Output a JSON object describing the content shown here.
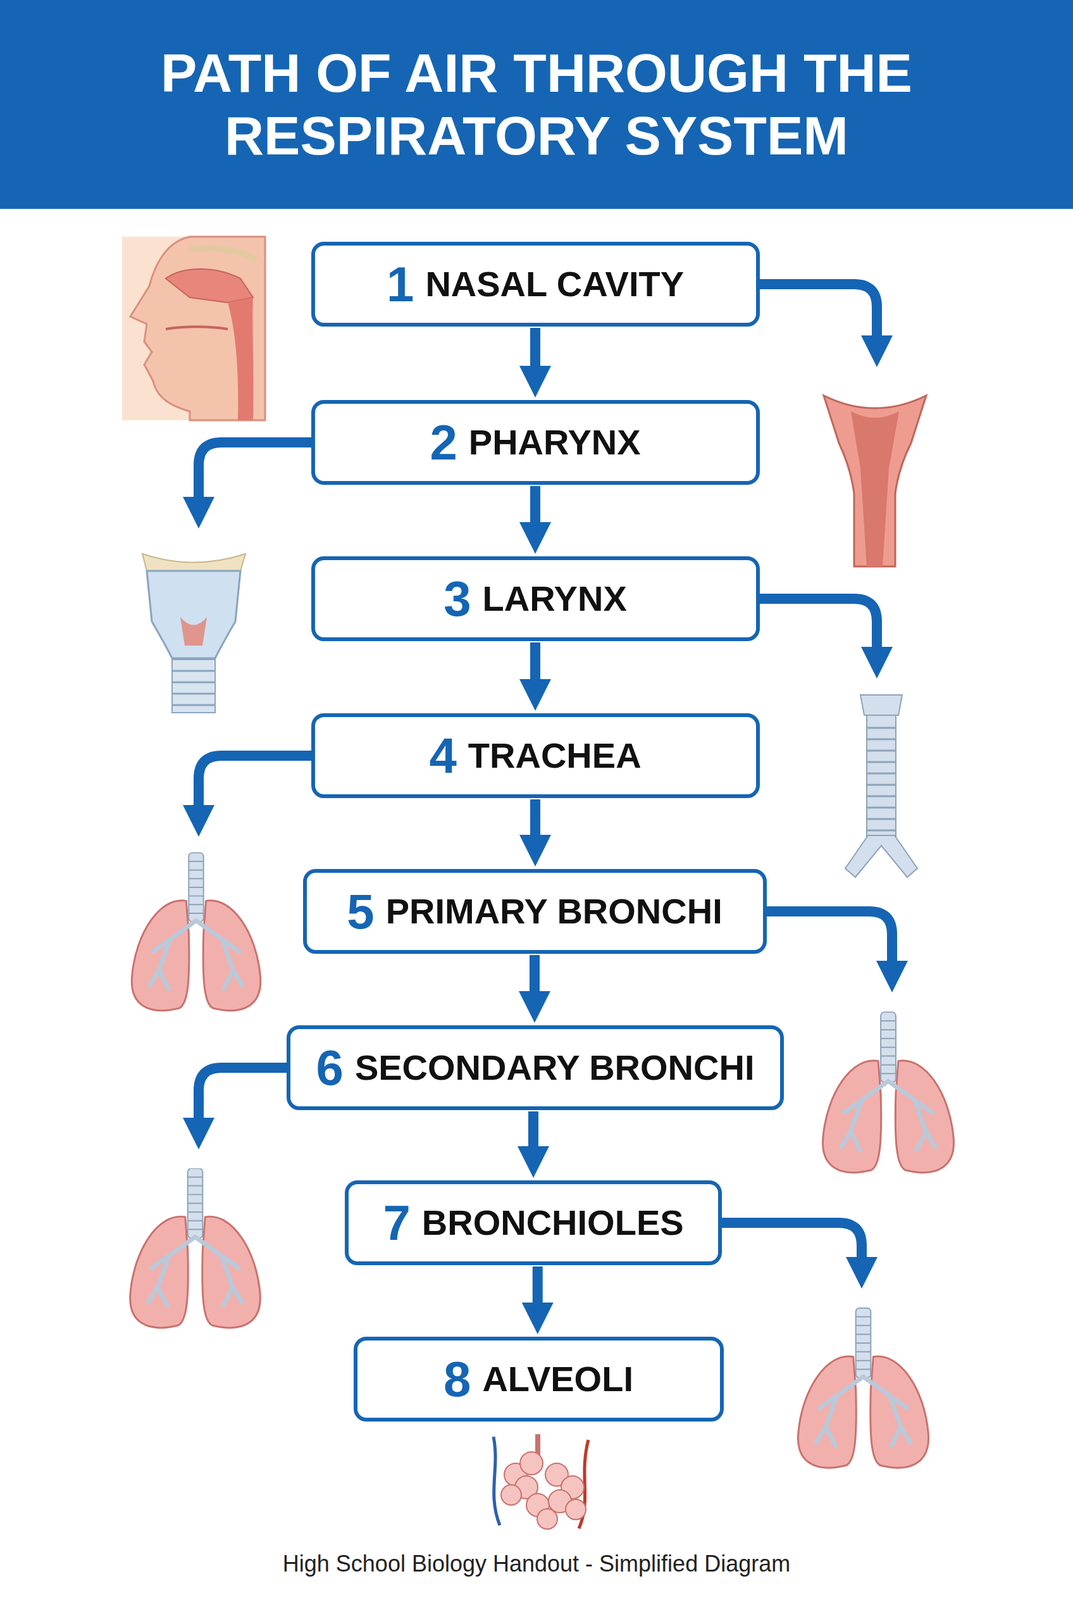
{
  "diagram": {
    "title": "PATH OF AIR THROUGH THE RESPIRATORY SYSTEM",
    "caption": "High School Biology Handout - Simplified Diagram",
    "nodes": [
      {
        "text": [
          "1",
          "NASAL CAVITY"
        ]
      },
      {
        "text": [
          "2",
          "PHARYNX"
        ]
      },
      {
        "text": [
          "3",
          "LARYNX"
        ]
      },
      {
        "text": [
          "4",
          "TRACHEA"
        ]
      },
      {
        "text": [
          "5",
          "PRIMARY BRONCHI"
        ]
      },
      {
        "text": [
          "6",
          "SECONDARY BRONCHI"
        ]
      },
      {
        "text": [
          "7",
          "BRONCHIOLES"
        ]
      },
      {
        "text": [
          "8",
          "ALVEOLI"
        ]
      }
    ],
    "edges": [
      {
        "from": 0,
        "to": 1,
        "arrow": "to"
      },
      {
        "from": 1,
        "to": 2,
        "arrow": "to"
      },
      {
        "from": 2,
        "to": 3,
        "arrow": "to"
      },
      {
        "from": 3,
        "to": 4,
        "arrow": "to"
      },
      {
        "from": 4,
        "to": 5,
        "arrow": "to"
      },
      {
        "from": 5,
        "to": 6,
        "arrow": "to"
      },
      {
        "from": 6,
        "to": 7,
        "arrow": "to"
      }
    ]
  }
}
